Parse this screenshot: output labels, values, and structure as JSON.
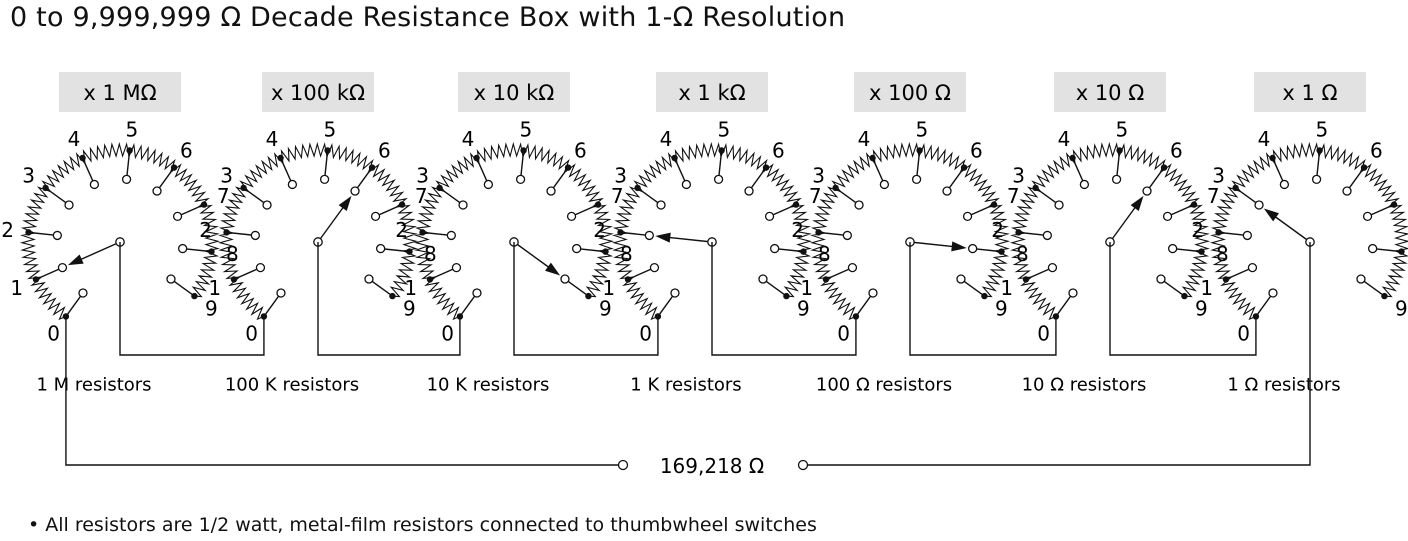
{
  "title": "0 to 9,999,999 Ω Decade Resistance Box with 1-Ω Resolution",
  "decades": [
    {
      "multiplier": "x 1 MΩ",
      "caption": "1 M resistors",
      "setting": 1
    },
    {
      "multiplier": "x 100 kΩ",
      "caption": "100 K resistors",
      "setting": 6
    },
    {
      "multiplier": "x 10 kΩ",
      "caption": "10 K resistors",
      "setting": 9
    },
    {
      "multiplier": "x 1 kΩ",
      "caption": "1 K resistors",
      "setting": 2
    },
    {
      "multiplier": "x 100 Ω",
      "caption": "100 Ω  resistors",
      "setting": 8
    },
    {
      "multiplier": "x 10 Ω",
      "caption": "10 Ω  resistors",
      "setting": 6
    },
    {
      "multiplier": "x 1 Ω",
      "caption": "1 Ω resistors",
      "setting": 3
    }
  ],
  "position_labels": [
    "0",
    "1",
    "2",
    "3",
    "4",
    "5",
    "6",
    "7",
    "8",
    "9"
  ],
  "total": "169,218 Ω",
  "footnote": "• All resistors are 1/2 watt, metal-film resistors connected to thumbwheel switches"
}
